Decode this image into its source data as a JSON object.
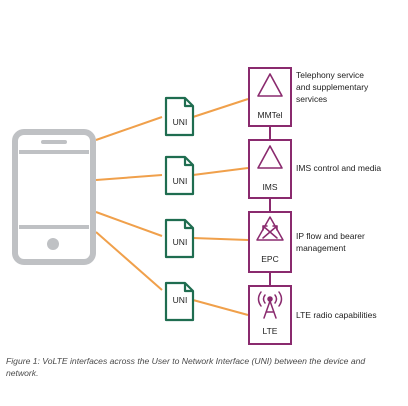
{
  "colors": {
    "connector": "#f0a04b",
    "uni_doc": "#1f6d50",
    "box": "#8a2a6e",
    "phone": "#bfc1c4"
  },
  "uni": [
    {
      "label": "UNI"
    },
    {
      "label": "UNI"
    },
    {
      "label": "UNI"
    },
    {
      "label": "UNI"
    }
  ],
  "boxes": [
    {
      "label": "MMTel",
      "icon": "triangle-icon",
      "description": [
        "Telephony service",
        "and supplementary",
        "services"
      ]
    },
    {
      "label": "IMS",
      "icon": "triangle-icon",
      "description": [
        "IMS control and media"
      ]
    },
    {
      "label": "EPC",
      "icon": "triangle-arrows-icon",
      "description": [
        "IP flow and bearer",
        "management"
      ]
    },
    {
      "label": "LTE",
      "icon": "antenna-icon",
      "description": [
        "LTE radio capabilities"
      ]
    }
  ],
  "caption": "Figure 1: VoLTE interfaces across the User to Network Interface (UNI) between the device and network."
}
